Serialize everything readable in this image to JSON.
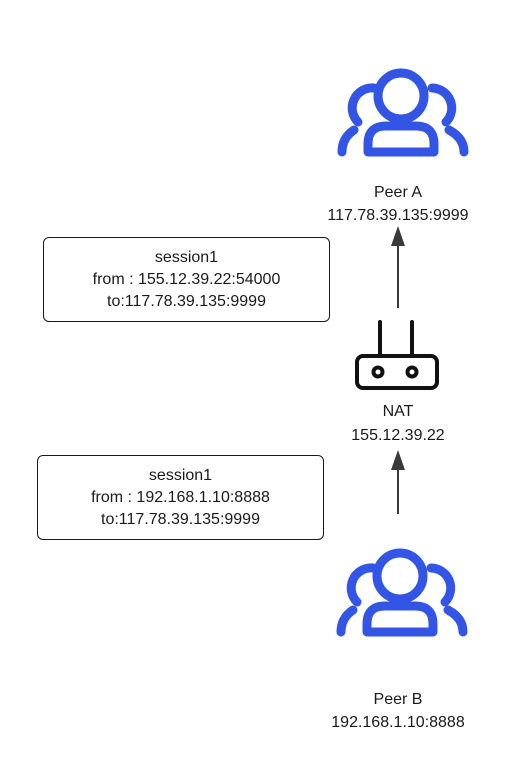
{
  "colors": {
    "peer_icon": "#3355e6",
    "line": "#3a3a3a",
    "text": "#1a1a1a"
  },
  "peer_a": {
    "icon": "users-icon",
    "name": "Peer A",
    "address": "117.78.39.135:9999"
  },
  "nat": {
    "icon": "router-icon",
    "name": "NAT",
    "address": "155.12.39.22"
  },
  "peer_b": {
    "icon": "users-icon",
    "name": "Peer B",
    "address": "192.168.1.10:8888"
  },
  "session_upper": {
    "title": "session1",
    "from": "from : 155.12.39.22:54000",
    "to": "to:117.78.39.135:9999"
  },
  "session_lower": {
    "title": "session1",
    "from": "from : 192.168.1.10:8888",
    "to": "to:117.78.39.135:9999"
  }
}
